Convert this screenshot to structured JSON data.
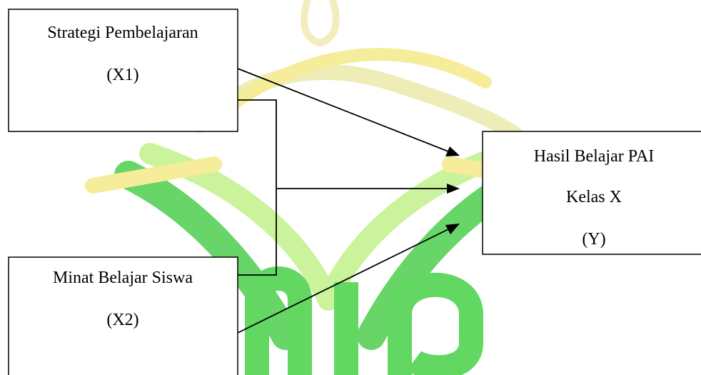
{
  "diagram": {
    "nodes": {
      "x1": {
        "line1": "Strategi Pembelajaran",
        "line2": "(X1)"
      },
      "x2": {
        "line1": "Minat Belajar Siswa",
        "line2": "(X2)"
      },
      "y": {
        "line1": "Hasil Belajar PAI",
        "line2": "Kelas X",
        "line3": "(Y)"
      }
    },
    "edges": [
      {
        "from": "x1",
        "to": "y"
      },
      {
        "from": "x1+x2",
        "to": "y"
      },
      {
        "from": "x2",
        "to": "y"
      }
    ]
  },
  "watermark": {
    "colors": {
      "green": "#2ecc2e",
      "yellow": "#f2e25a",
      "lime": "#b9ef7a"
    }
  }
}
